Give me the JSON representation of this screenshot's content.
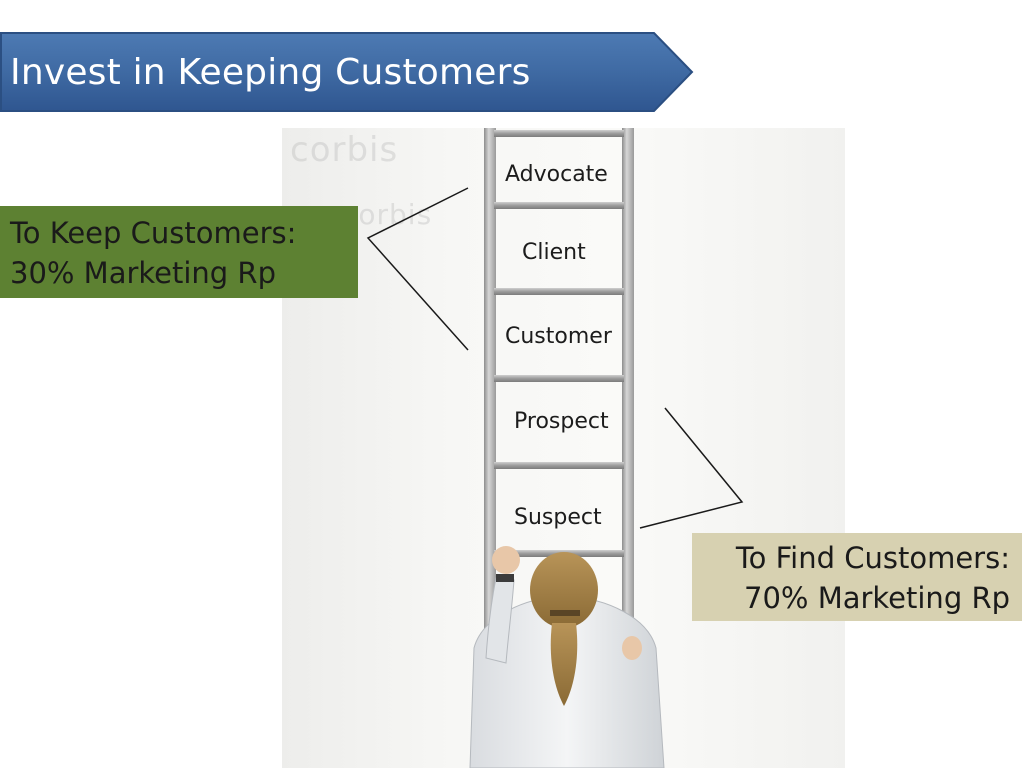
{
  "slide": {
    "title": "Invest in Keeping Customers",
    "title_color": "#3f6aa3"
  },
  "ladder": {
    "rungs": [
      "Advocate",
      "Client",
      "Customer",
      "Prospect",
      "Suspect"
    ]
  },
  "callouts": {
    "keep": {
      "line1": "To Keep Customers:",
      "line2": "30% Marketing Rp",
      "color": "#5d8132"
    },
    "find": {
      "line1": "To Find Customers:",
      "line2": "70% Marketing Rp",
      "color": "#d7d1b1"
    }
  },
  "photo": {
    "watermark": "corbis"
  }
}
